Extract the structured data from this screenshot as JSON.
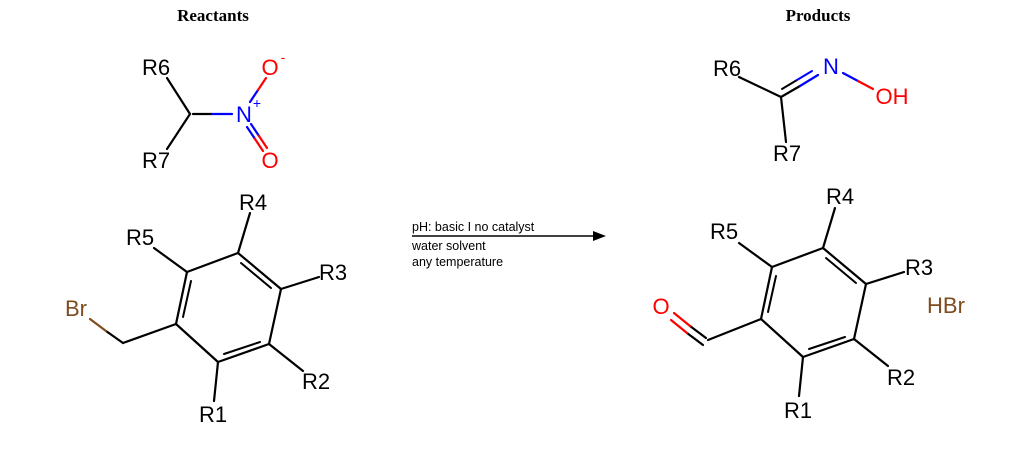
{
  "titles": {
    "reactants": "Reactants",
    "products": "Products"
  },
  "conditions": {
    "ph_line": "pH: basic I no catalyst",
    "solvent_line": "water solvent",
    "temperature_line": "any temperature"
  },
  "colors": {
    "bond": "#000000",
    "nitrogen": "#0000ff",
    "oxygen": "#ff0000",
    "bromine": "#7e4c1e",
    "background": "#ffffff"
  },
  "reactant_nitroalkane": {
    "r6": "R6",
    "r7": "R7",
    "n": "N",
    "n_charge": "+",
    "o_minus": "O",
    "o_minus_charge": "-",
    "o_double": "O"
  },
  "reactant_benzyl_bromide": {
    "br": "Br",
    "r1": "R1",
    "r2": "R2",
    "r3": "R3",
    "r4": "R4",
    "r5": "R5"
  },
  "product_oxime": {
    "r6": "R6",
    "r7": "R7",
    "n": "N",
    "oh": "OH"
  },
  "product_benzaldehyde": {
    "o": "O",
    "r1": "R1",
    "r2": "R2",
    "r3": "R3",
    "r4": "R4",
    "r5": "R5",
    "hbr": "HBr"
  }
}
